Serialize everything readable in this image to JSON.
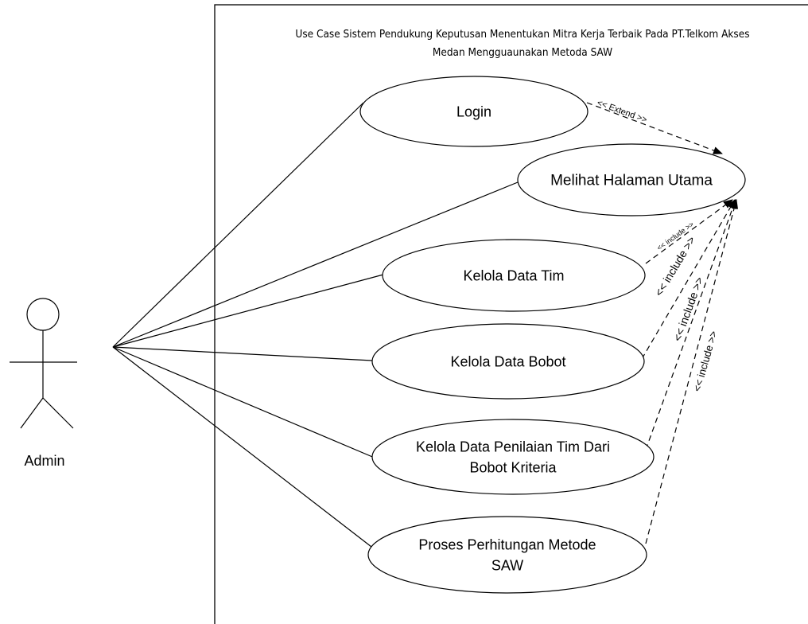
{
  "diagram": {
    "title_line1": "Use Case Sistem Pendukung Keputusan Menentukan Mitra Kerja Terbaik Pada PT.Telkom Akses",
    "title_line2": "Medan Mengguaunakan Metoda SAW",
    "actor": {
      "label": "Admin"
    },
    "use_cases": [
      {
        "id": "login",
        "lines": [
          "Login"
        ]
      },
      {
        "id": "halaman",
        "lines": [
          "Melihat Halaman Utama"
        ]
      },
      {
        "id": "tim",
        "lines": [
          "Kelola Data Tim"
        ]
      },
      {
        "id": "bobot",
        "lines": [
          "Kelola Data Bobot"
        ]
      },
      {
        "id": "penilaian",
        "lines": [
          "Kelola Data Penilaian Tim Dari",
          "Bobot Kriteria"
        ]
      },
      {
        "id": "saw",
        "lines": [
          "Proses Perhitungan Metode",
          "SAW"
        ]
      }
    ],
    "relations": [
      {
        "from": "login",
        "to": "halaman",
        "label": "<< Extend >>"
      },
      {
        "from": "tim",
        "to": "halaman",
        "label": "<< include >>"
      },
      {
        "from": "bobot",
        "to": "halaman",
        "label": "<< include >>"
      },
      {
        "from": "penilaian",
        "to": "halaman",
        "label": "<< include >>"
      },
      {
        "from": "saw",
        "to": "halaman",
        "label": "<< include >>"
      }
    ]
  }
}
